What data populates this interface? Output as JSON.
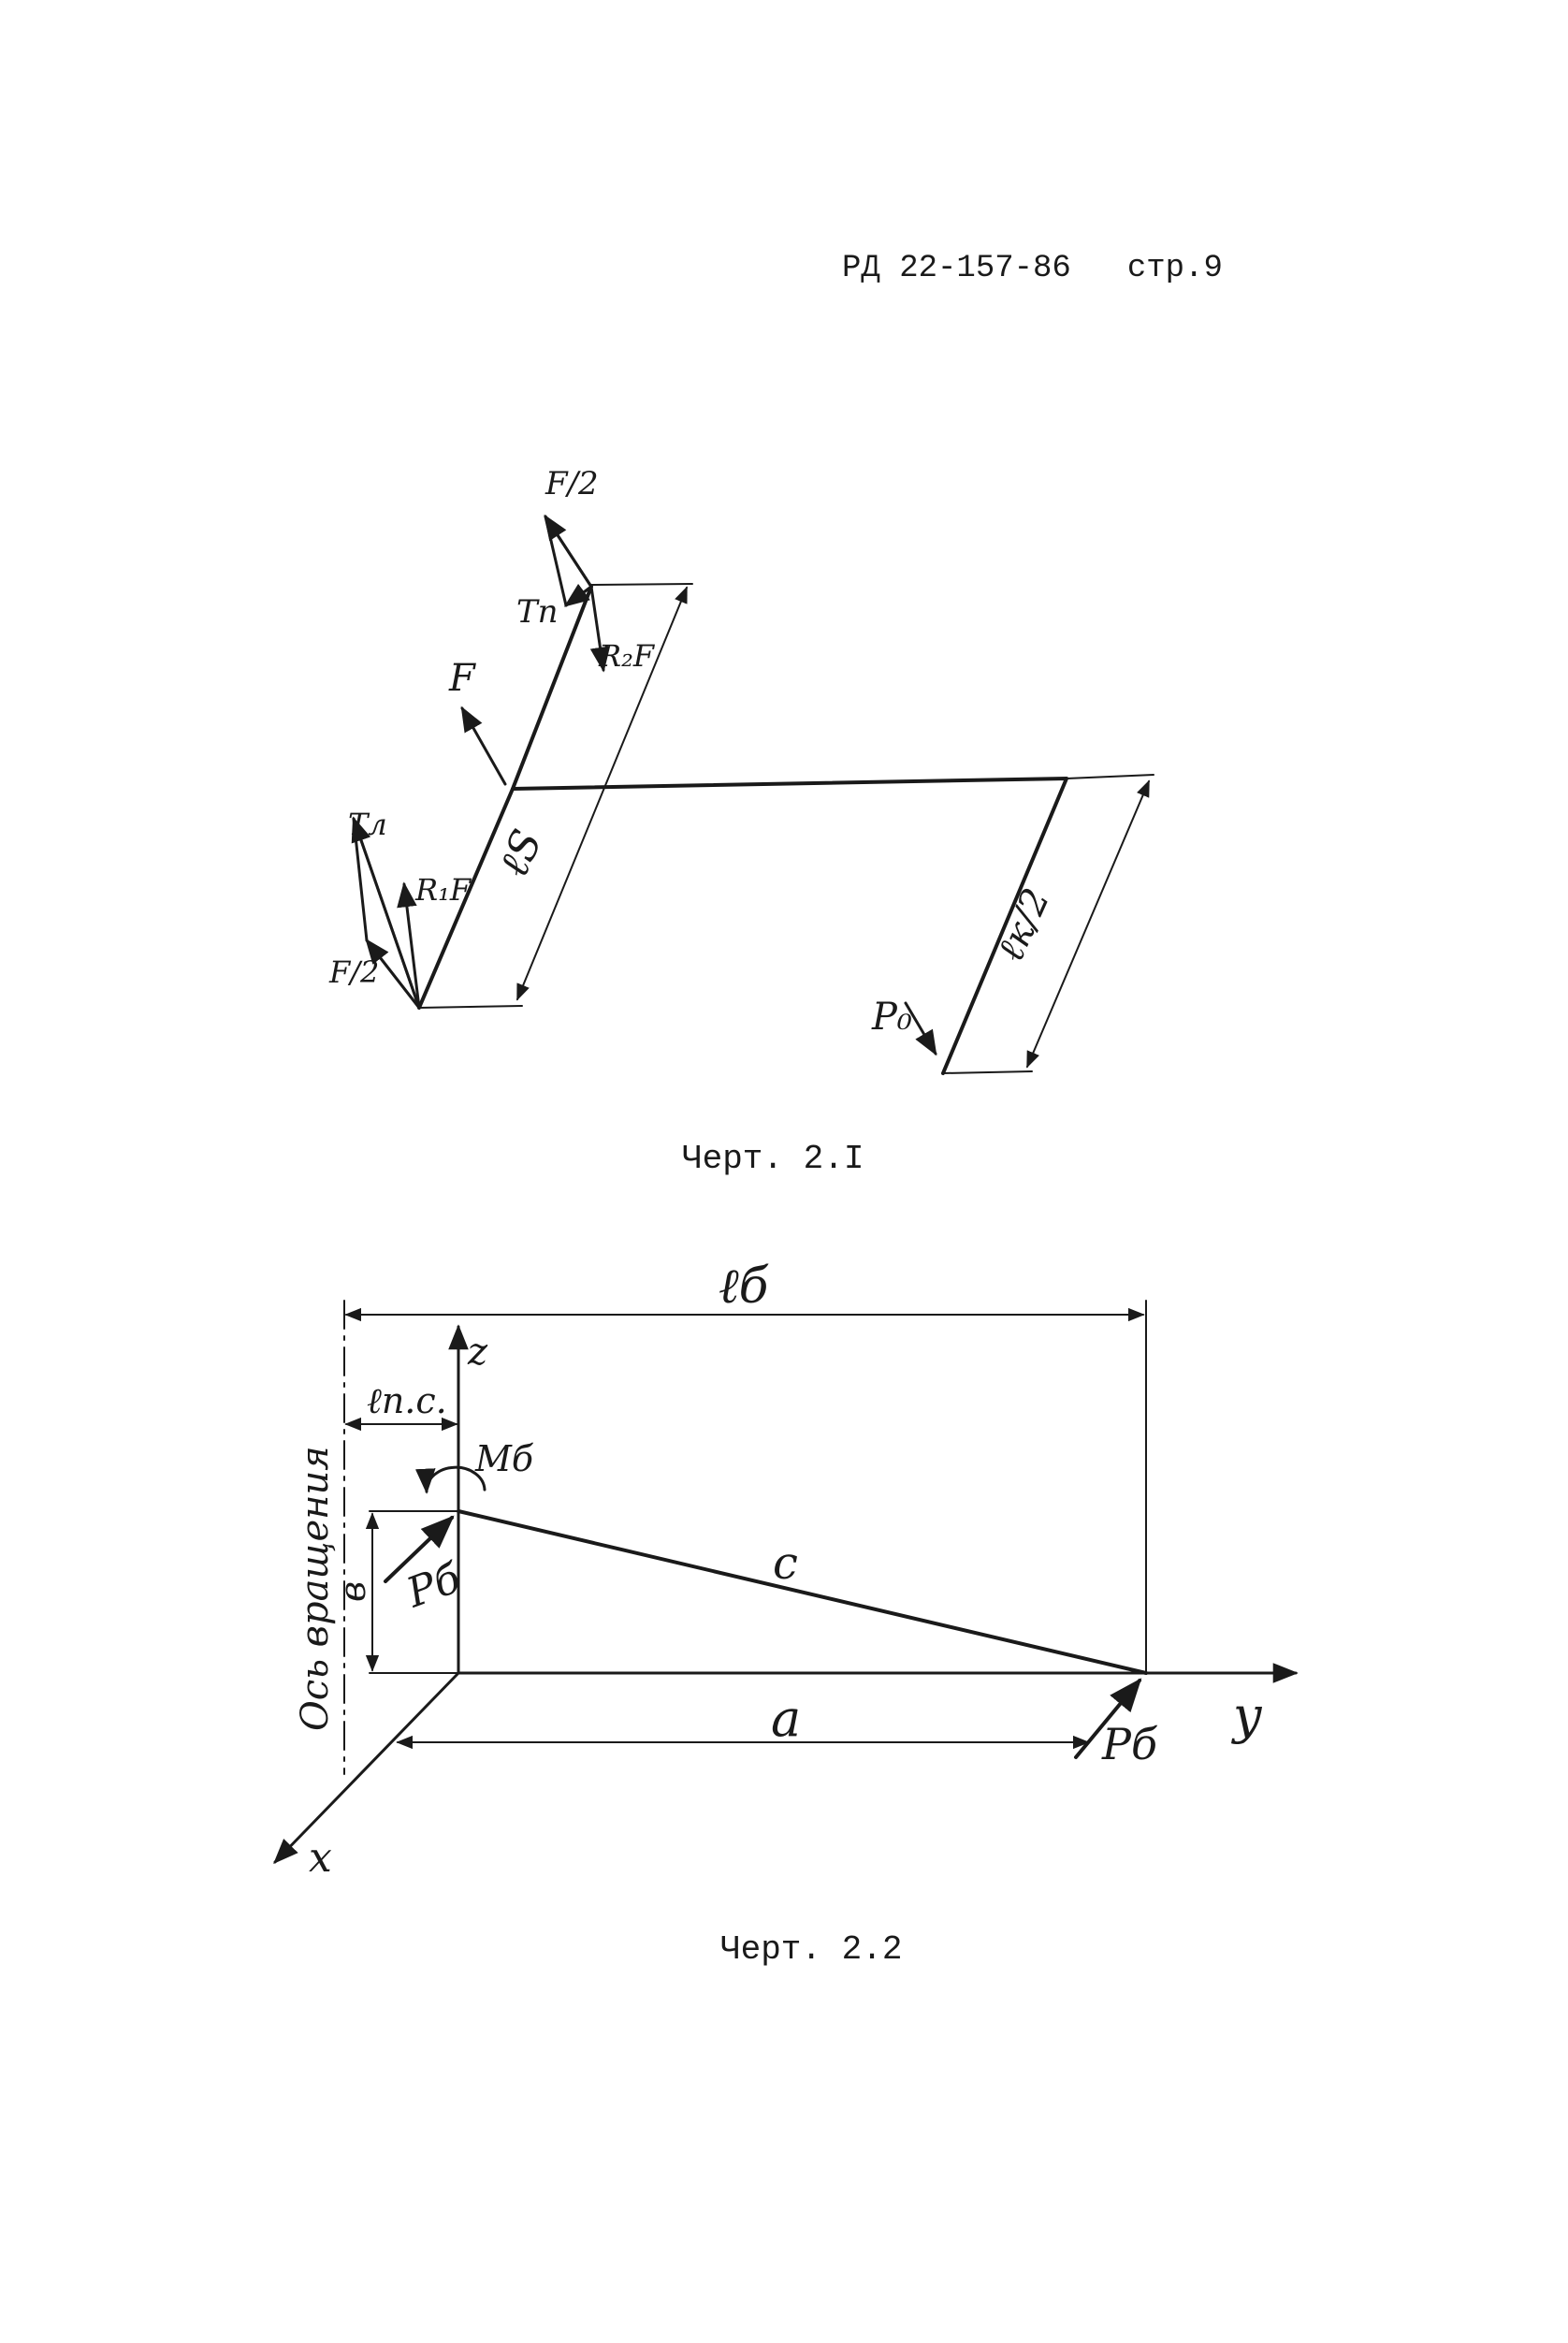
{
  "header": {
    "doc_code": "РД 22-157-86",
    "page_ref": "стр.9"
  },
  "figure1": {
    "caption": "Черт. 2.I",
    "labels": {
      "f_half_top": "F/2",
      "t_p": "Tп",
      "r2f": "R₂F",
      "f": "F",
      "t_l": "Tл",
      "r1f": "R₁F",
      "f_half_bottom": "F/2",
      "l_s": "ℓS",
      "l_k_half": "ℓк/2",
      "p_0": "P₀"
    }
  },
  "figure2": {
    "caption": "Черт. 2.2",
    "labels": {
      "l_b": "ℓб",
      "z_axis": "z",
      "l_ps": "ℓп.с.",
      "rotation_axis": "Ось вращения",
      "m_b": "Mб",
      "p_b_left": "Pб",
      "b": "в",
      "c": "c",
      "a": "a",
      "p_b_right": "Pб",
      "y_axis": "y",
      "x_axis": "x"
    }
  }
}
